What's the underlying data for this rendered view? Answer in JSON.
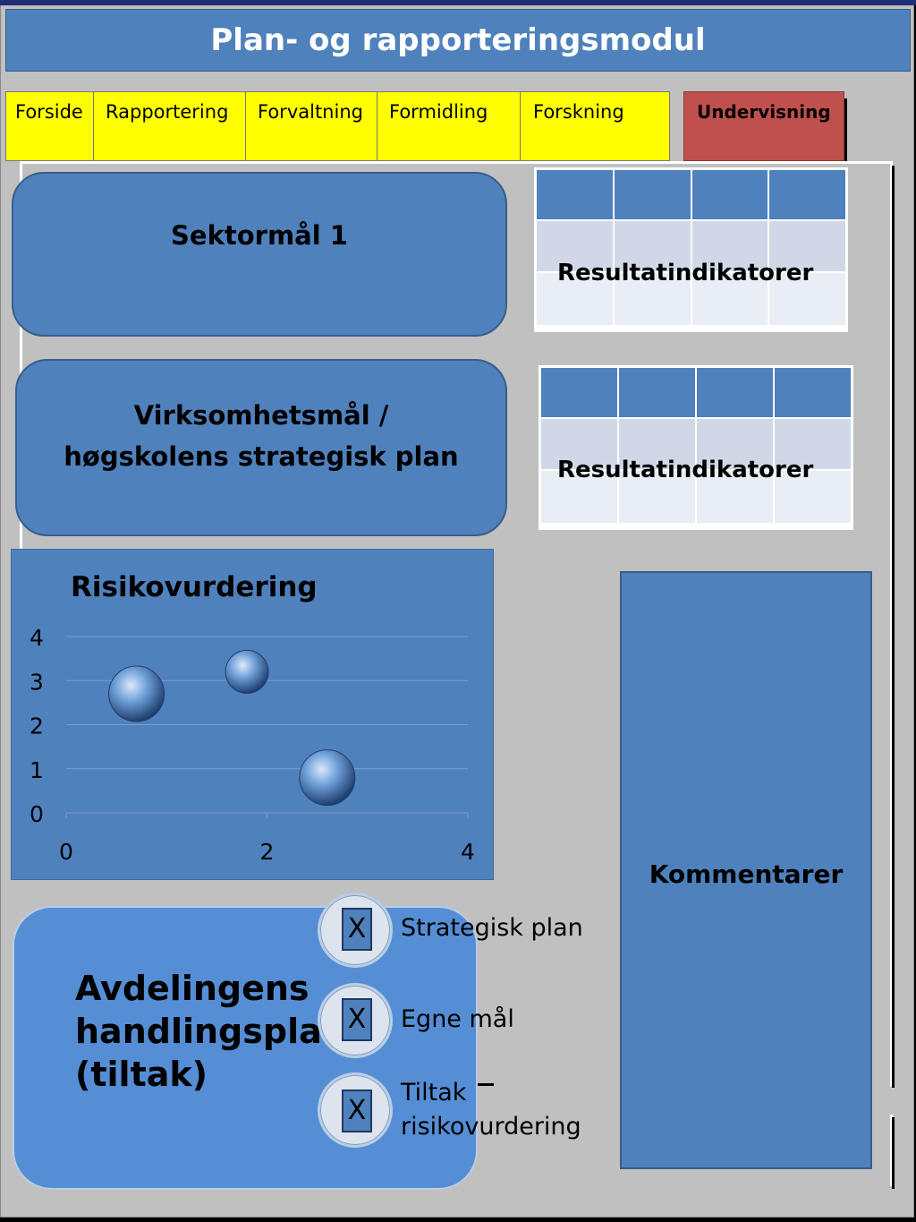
{
  "header": {
    "title": "Plan- og rapporteringsmodul"
  },
  "tabs": [
    {
      "label": "Forside"
    },
    {
      "label": "Rapportering"
    },
    {
      "label": "Forvaltning"
    },
    {
      "label": "Formidling"
    },
    {
      "label": "Forskning"
    },
    {
      "label": "Undervisning",
      "active": true
    }
  ],
  "goals": {
    "sector": "Sektormål 1",
    "business_line1": "Virksomhetsmål /",
    "business_line2": "høgskolens strategisk plan"
  },
  "indicators": {
    "label_top": "Resultatindikatorer",
    "label_bottom": "Resultatindikatorer"
  },
  "chart_data": {
    "type": "scatter",
    "title": "Risikovurdering",
    "xlim": [
      0,
      4
    ],
    "ylim": [
      0,
      4
    ],
    "xticks": [
      "0",
      "2",
      "4"
    ],
    "yticks": [
      "0",
      "1",
      "2",
      "3",
      "4"
    ],
    "grid": "horizontal",
    "points": [
      {
        "x": 0.7,
        "y": 2.7,
        "size": 3
      },
      {
        "x": 1.8,
        "y": 3.2,
        "size": 2
      },
      {
        "x": 2.6,
        "y": 0.8,
        "size": 3
      }
    ]
  },
  "comment": {
    "label": "Kommentarer"
  },
  "action_plan": {
    "title_line1": "Avdelingens",
    "title_line2": "handlingsplan",
    "title_line3": "(tiltak)",
    "options": [
      {
        "mark": "X",
        "label": "Strategisk plan"
      },
      {
        "mark": "X",
        "label": "Egne mål"
      },
      {
        "mark": "X",
        "label_line1": "Tiltak",
        "label_line2": "risikovurdering"
      }
    ]
  },
  "colors": {
    "primary": "#4f81bd",
    "tab": "#ffff00",
    "active_tab": "#c0504d",
    "background": "#c0c0c0"
  }
}
